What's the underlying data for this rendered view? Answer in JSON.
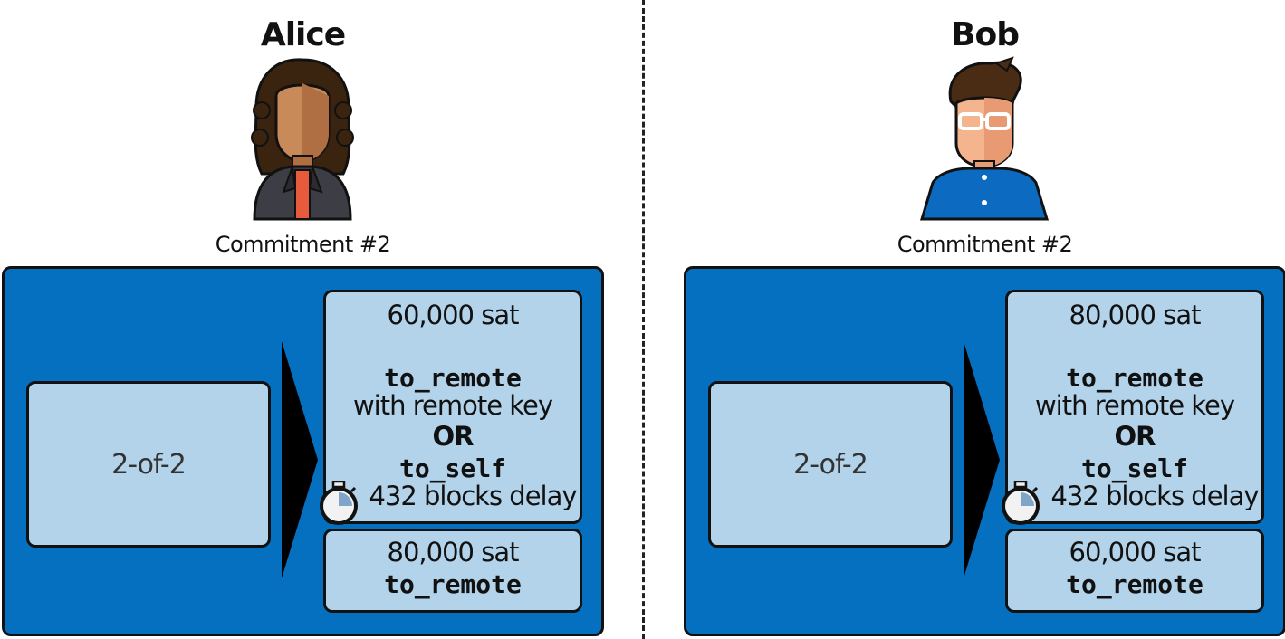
{
  "parties": [
    {
      "id": "alice",
      "name": "Alice",
      "commitment_label": "Commitment #2",
      "input_label": "2-of-2",
      "main_output": {
        "amount": "60,000 sat",
        "line1": "to_remote",
        "line2": "with remote key",
        "line3": "OR",
        "line4": "to_self",
        "line5": "432 blocks delay"
      },
      "second_output": {
        "amount": "80,000 sat",
        "line1": "to_remote"
      }
    },
    {
      "id": "bob",
      "name": "Bob",
      "commitment_label": "Commitment #2",
      "input_label": "2-of-2",
      "main_output": {
        "amount": "80,000 sat",
        "line1": "to_remote",
        "line2": "with remote key",
        "line3": "OR",
        "line4": "to_self",
        "line5": "432 blocks delay"
      },
      "second_output": {
        "amount": "60,000 sat",
        "line1": "to_remote"
      }
    }
  ],
  "colors": {
    "tx_fill": "#0670c0",
    "box_fill": "#b2d3ea",
    "outline": "#111111"
  },
  "icons": {
    "alice_avatar": "woman-avatar-icon",
    "bob_avatar": "man-glasses-avatar-icon",
    "timer": "stopwatch-icon"
  }
}
